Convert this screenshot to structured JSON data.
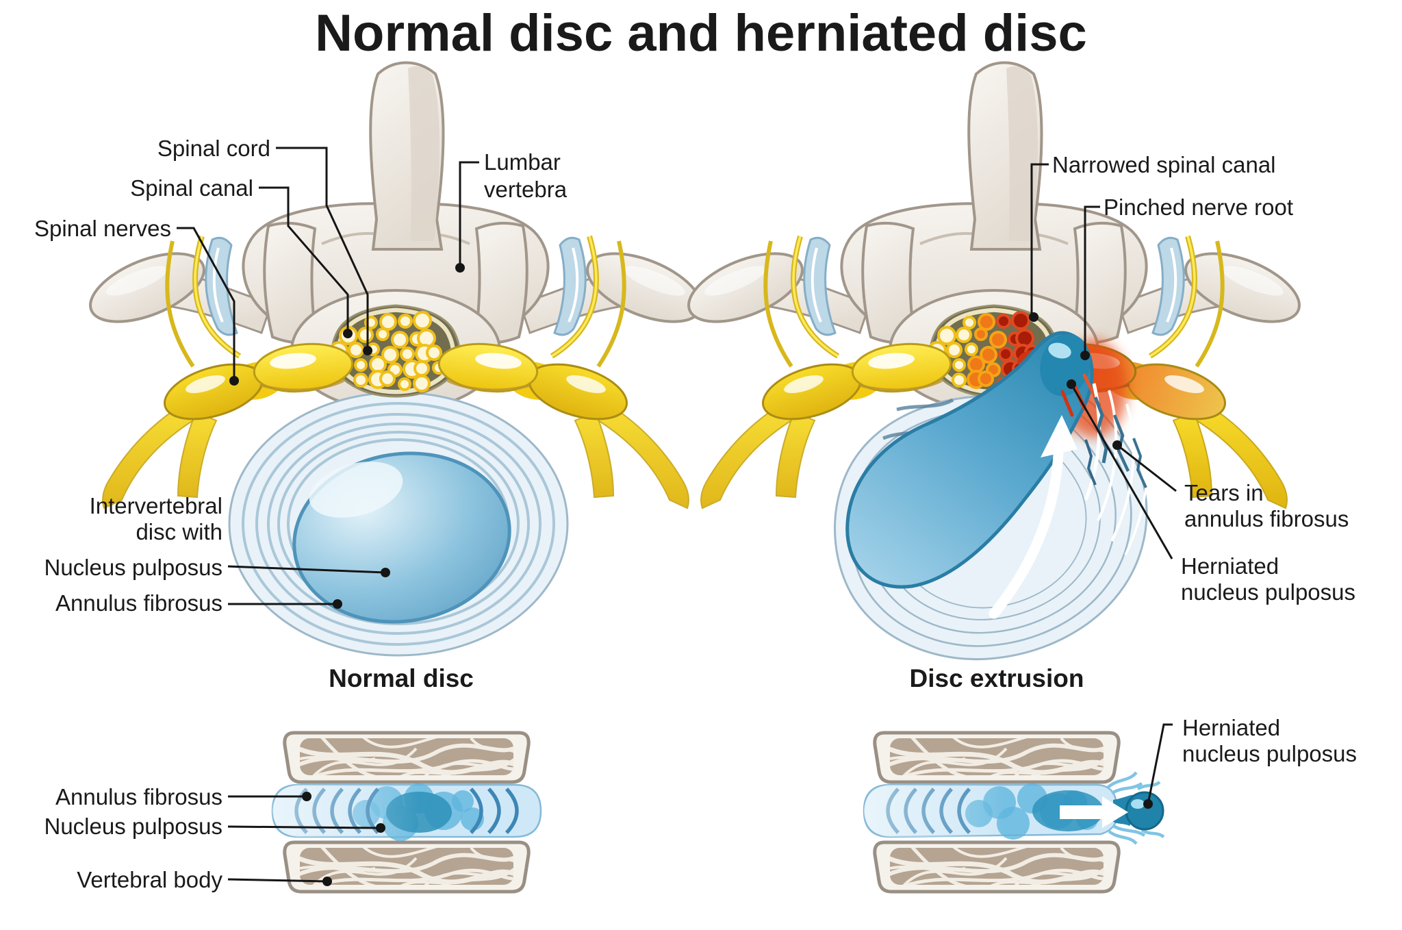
{
  "title": "Normal disc and herniated disc",
  "axial_normal": {
    "caption": "Normal disc",
    "labels": {
      "spinal_cord": "Spinal cord",
      "spinal_canal": "Spinal canal",
      "spinal_nerves": "Spinal nerves",
      "lumbar_vertebra": [
        "Lumbar",
        "vertebra"
      ],
      "disc_header": [
        "Intervertebral",
        "disc with"
      ],
      "nucleus_pulposus": "Nucleus pulposus",
      "annulus_fibrosus": "Annulus fibrosus"
    }
  },
  "axial_herniated": {
    "caption": "Disc extrusion",
    "labels": {
      "narrowed_spinal_canal": "Narrowed spinal canal",
      "pinched_nerve_root": "Pinched nerve root",
      "tears": [
        "Tears in",
        "annulus fibrosus"
      ],
      "herniated": [
        "Herniated",
        "nucleus pulposus"
      ]
    }
  },
  "lateral_normal": {
    "labels": {
      "annulus_fibrosus": "Annulus fibrosus",
      "nucleus_pulposus": "Nucleus pulposus",
      "vertebral_body": "Vertebral body"
    }
  },
  "lateral_herniated": {
    "labels": {
      "herniated": [
        "Herniated",
        "nucleus pulposus"
      ]
    }
  },
  "colors": {
    "bone": "#f0ece6",
    "bone_outline": "#a1968a",
    "cartilage_blue": "#bdd8e7",
    "canal_olive": "#716d4e",
    "nerve_dot_cream": "#fdf6d8",
    "nerve_dot_ring": "#f0c01a",
    "nerve_yellow": "#f2cb12",
    "pinched_orange": "#e84b1b",
    "inflamed_red": "#d9391b",
    "disc_ring_blue": "#a9c7d8",
    "nucleus_blue": "#5d9fc4",
    "herniation_teal": "#2387b0",
    "text": "#1a1a1a"
  }
}
